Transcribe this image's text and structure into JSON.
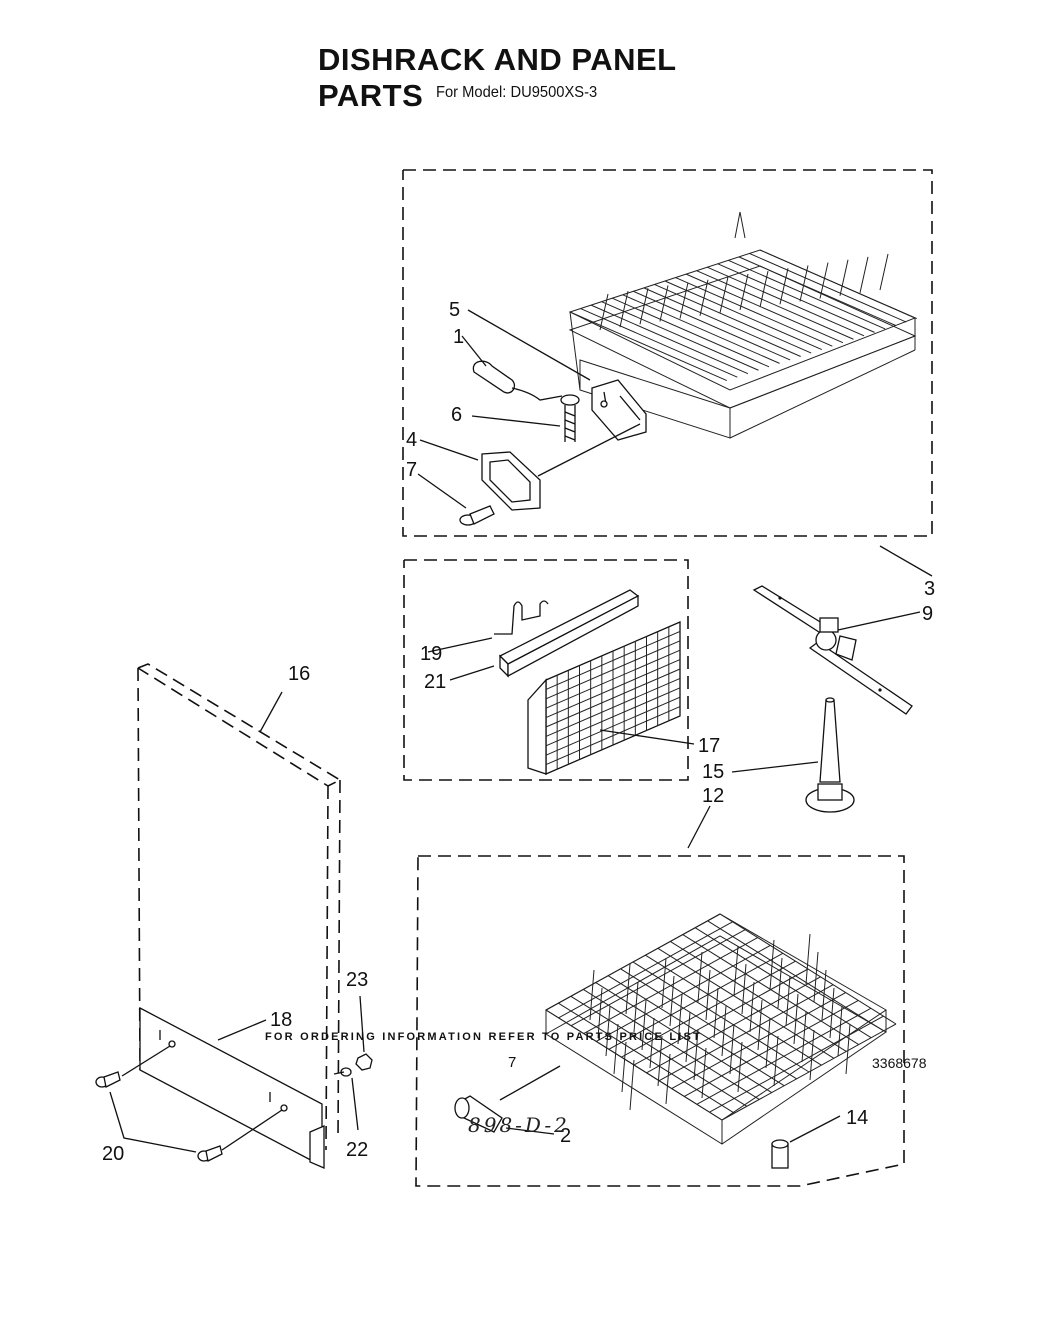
{
  "document": {
    "title": "DISHRACK AND PANEL PARTS",
    "subtitle": "For Model: DU9500XS-3",
    "footer_note": "FOR ORDERING INFORMATION REFER TO PARTS PRICE LIST",
    "page_number": "7",
    "document_number": "3368678",
    "handwritten_note": "898-D-2"
  },
  "callouts": {
    "c1": "1",
    "c2": "2",
    "c3": "3",
    "c4": "4",
    "c5": "5",
    "c6": "6",
    "c7": "7",
    "c9": "9",
    "c12": "12",
    "c14": "14",
    "c15": "15",
    "c16": "16",
    "c17": "17",
    "c18": "18",
    "c19": "19",
    "c20": "20",
    "c21": "21",
    "c22": "22",
    "c23": "23"
  }
}
